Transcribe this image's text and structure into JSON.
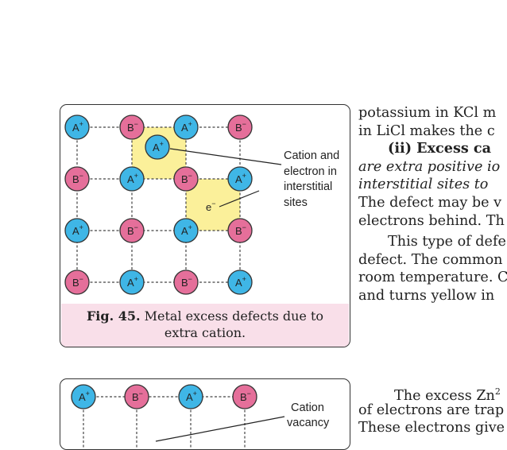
{
  "figure45": {
    "annotation_lines": [
      "Cation and",
      "electron  in",
      "interstitial",
      "sites"
    ],
    "electron_label": "e",
    "electron_sup": "−",
    "caption_bold": "Fig. 45.",
    "caption_rest": " Metal excess defects  due to",
    "caption_line2": "extra cation.",
    "cation_label": "A",
    "cation_sup": "+",
    "anion_label": "B",
    "anion_sup": "−",
    "cation_color": "#3fb6e6",
    "anion_color": "#e56f9a",
    "highlight_color": "#fbf09a"
  },
  "figure46": {
    "annotation_lines": [
      "Cation",
      "vacancy"
    ]
  },
  "text_right_top": {
    "line1": "potassium in KCl m",
    "line2": "in LiCl makes the c",
    "line3_bold": "(ii) Excess ca",
    "line4_italic": "are extra positive io",
    "line5_italic": "interstitial sites to",
    "line6": "The defect may be v",
    "line7": "electrons behind. Th",
    "line8": "This type of defe",
    "line9": "defect. The common",
    "line10": "room temperature. C",
    "line11": "and turns yellow in"
  },
  "text_right_bottom": {
    "line1": "The excess Zn",
    "line1_sup": "2",
    "line2": "of electrons are trap",
    "line3": "These electrons give"
  }
}
